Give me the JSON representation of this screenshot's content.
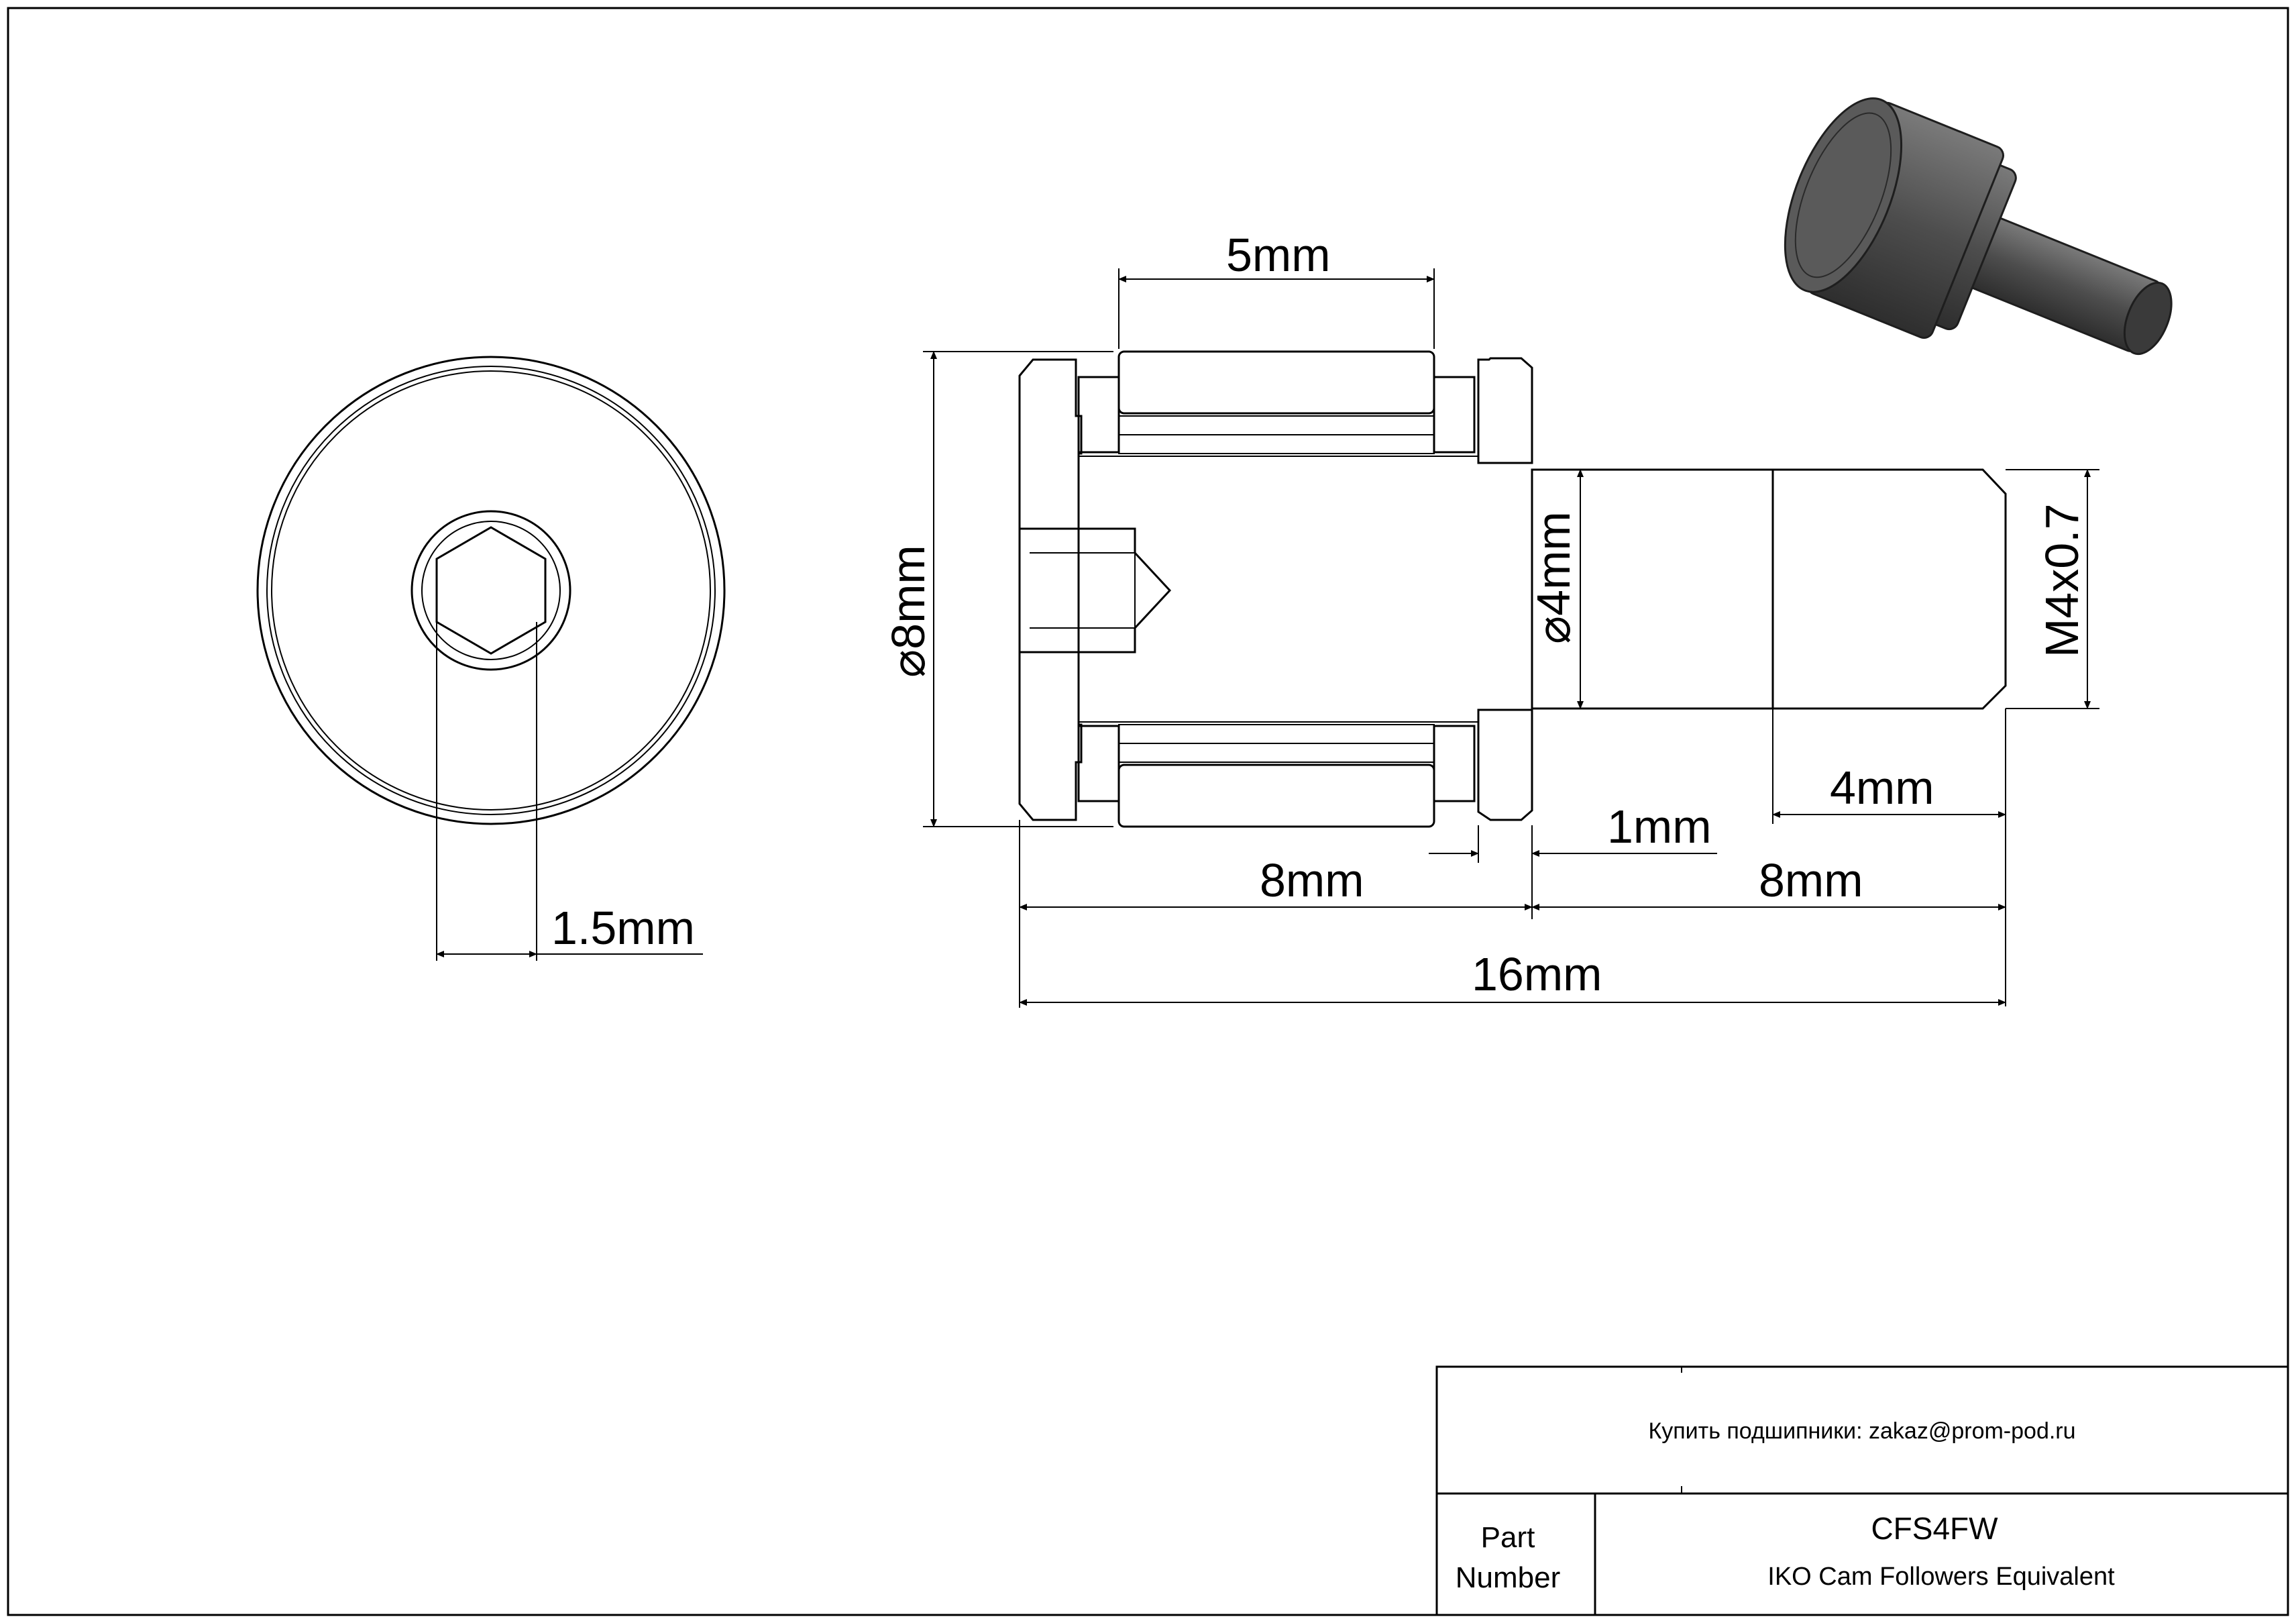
{
  "drawing": {
    "dimensions": {
      "roller_width": "5mm",
      "outer_diameter": "8mm",
      "stud_diameter": "4mm",
      "thread": "M4x0.7",
      "thread_length": "4mm",
      "washer_gap": "1mm",
      "body_length": "8mm",
      "stud_length": "8mm",
      "total_length": "16mm",
      "hex_socket": "1.5mm"
    },
    "diameter_symbol": "⌀"
  },
  "title_block": {
    "purchase_note": "Купить подшипники: zakaz@prom-pod.ru",
    "part_label": "Part Number",
    "part_label_line1": "Part",
    "part_label_line2": "Number",
    "part_number": "CFS4FW",
    "description": "IKO Cam Followers Equivalent"
  },
  "render_colors": {
    "model_dark": "#4a4a4a",
    "model_light": "#6a6a6a"
  }
}
